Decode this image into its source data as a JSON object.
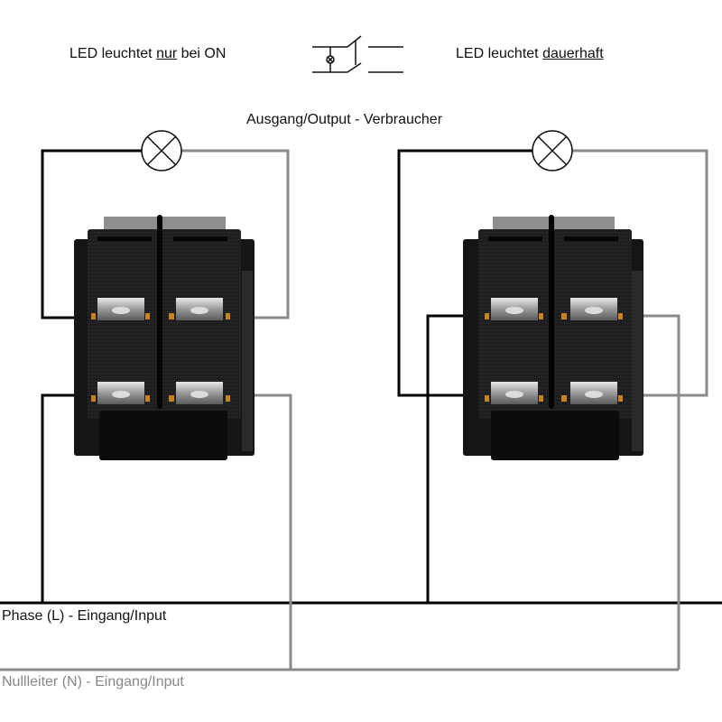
{
  "labels": {
    "left_title_pre": "LED leuchtet ",
    "left_title_em": "nur",
    "left_title_post": " bei ON",
    "right_title_pre": "LED leuchtet ",
    "right_title_em": "dauerhaft",
    "output": "Ausgang/Output - Verbraucher",
    "phase": "Phase (L) - Eingang/Input",
    "neutral": "Nullleiter (N) - Eingang/Input"
  },
  "colors": {
    "phase_wire": "#000000",
    "neutral_wire": "#8a8a8a",
    "switch_body": "#1c1c1e",
    "terminal": "#c9c9c9",
    "solder": "#c8841c"
  },
  "symbols": {
    "lamp": "lamp-cross-circle",
    "switch_with_led": "illuminated-switch-symbol"
  },
  "switches": [
    {
      "id": "left",
      "mode": "LED only when ON"
    },
    {
      "id": "right",
      "mode": "LED always on"
    }
  ]
}
